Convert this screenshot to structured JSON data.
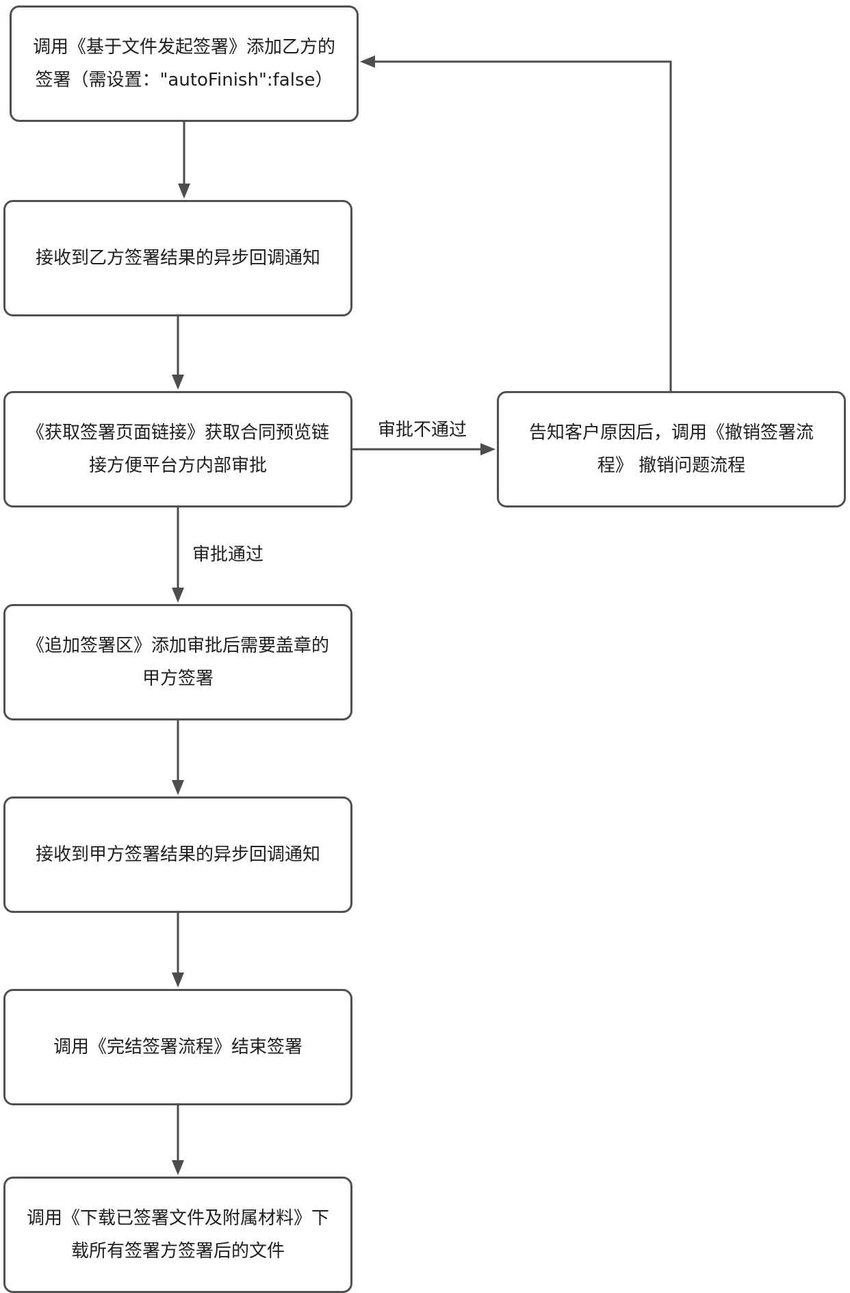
{
  "nodes": {
    "n1": "调用《基于文件发起签署》添加乙方的\n签署（需设置：\"autoFinish\":false）",
    "n2": "接收到乙方签署结果的异步回调通知",
    "n3": "《获取签署页面链接》获取合同预览链\n接方便平台方内部审批",
    "n4": "告知客户原因后，调用《撤销签署流\n程》 撤销问题流程",
    "n5": "《追加签署区》添加审批后需要盖章的\n甲方签署",
    "n6": "接收到甲方签署结果的异步回调通知",
    "n7": "调用《完结签署流程》结束签署",
    "n8": "调用《下载已签署文件及附属材料》下\n载所有签署方签署后的文件"
  },
  "edge_labels": {
    "reject": "审批不通过",
    "approve": "审批通过"
  }
}
